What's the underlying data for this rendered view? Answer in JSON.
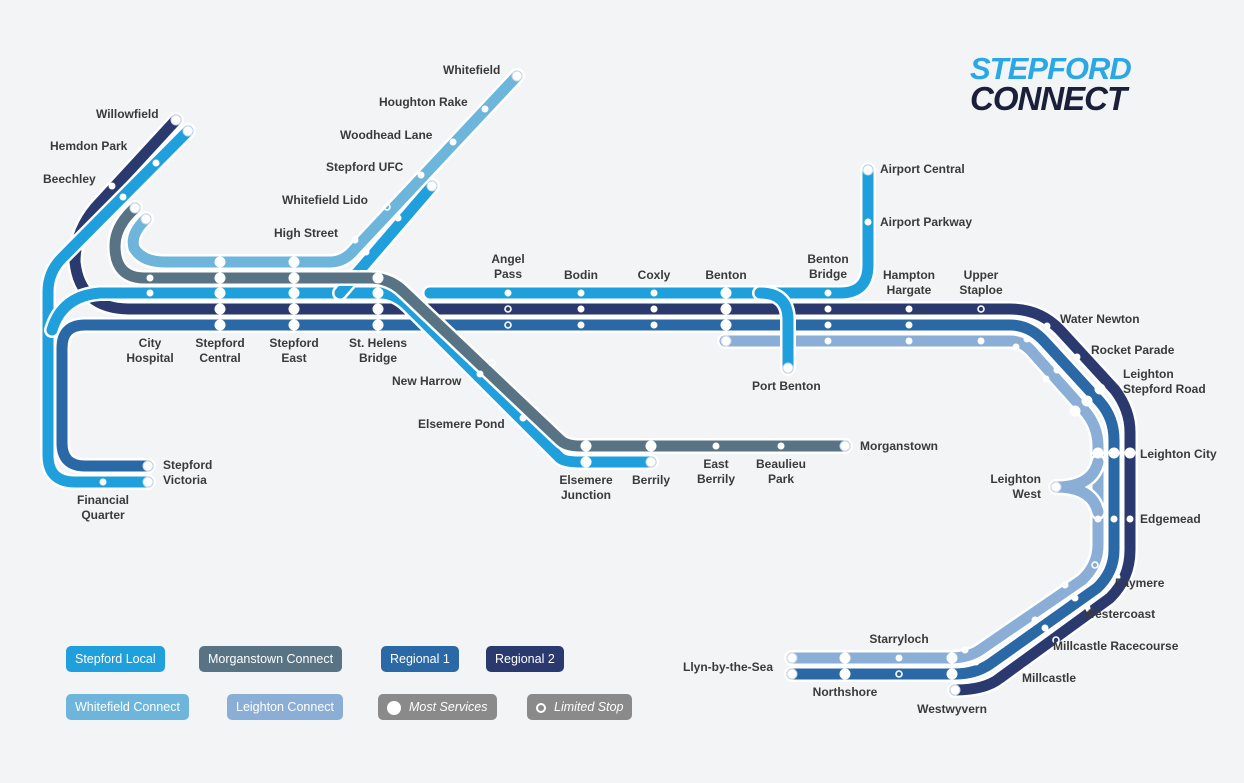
{
  "logo": {
    "line1": "STEPFORD",
    "line2": "CONNECT"
  },
  "colors": {
    "stepford_local": "#1fa0dc",
    "morganstown_connect": "#587384",
    "regional_1": "#2a68a6",
    "regional_2": "#2b3a6e",
    "whitefield_connect": "#6db5db",
    "leighton_connect": "#8aaed6",
    "legend_key": "#8a8a8a"
  },
  "legend": {
    "stepford_local": "Stepford Local",
    "morganstown_connect": "Morganstown Connect",
    "regional_1": "Regional 1",
    "regional_2": "Regional 2",
    "whitefield_connect": "Whitefield Connect",
    "leighton_connect": "Leighton Connect",
    "most_services": "Most Services",
    "limited_stop": "Limited Stop"
  },
  "stations": {
    "willowfield": "Willowfield",
    "hemdon_park": "Hemdon Park",
    "beechley": "Beechley",
    "whitefield": "Whitefield",
    "houghton_rake": "Houghton Rake",
    "woodhead_lane": "Woodhead Lane",
    "stepford_ufc": "Stepford UFC",
    "whitefield_lido": "Whitefield Lido",
    "high_street": "High Street",
    "angel_pass": "Angel\nPass",
    "bodin": "Bodin",
    "coxly": "Coxly",
    "benton": "Benton",
    "benton_bridge": "Benton\nBridge",
    "hampton_hargate": "Hampton\nHargate",
    "upper_staploe": "Upper\nStaploe",
    "airport_central": "Airport Central",
    "airport_parkway": "Airport Parkway",
    "city_hospital": "City\nHospital",
    "stepford_central": "Stepford\nCentral",
    "stepford_east": "Stepford\nEast",
    "st_helens_bridge": "St. Helens\nBridge",
    "new_harrow": "New Harrow",
    "elsemere_pond": "Elsemere Pond",
    "port_benton": "Port Benton",
    "elsemere_junction": "Elsemere\nJunction",
    "berrily": "Berrily",
    "east_berrily": "East\nBerrily",
    "beaulieu_park": "Beaulieu\nPark",
    "morganstown": "Morganstown",
    "stepford_victoria": "Stepford\nVictoria",
    "financial_quarter": "Financial\nQuarter",
    "water_newton": "Water Newton",
    "rocket_parade": "Rocket Parade",
    "leighton_stepford_road": "Leighton\nStepford Road",
    "leighton_city": "Leighton City",
    "leighton_west": "Leighton\nWest",
    "edgemead": "Edgemead",
    "faymere": "Faymere",
    "westercoast": "Westercoast",
    "millcastle_racecourse": "Millcastle Racecourse",
    "millcastle": "Millcastle",
    "starryloch": "Starryloch",
    "llyn_by_the_sea": "Llyn-by-the-Sea",
    "northshore": "Northshore",
    "westwyvern": "Westwyvern"
  }
}
